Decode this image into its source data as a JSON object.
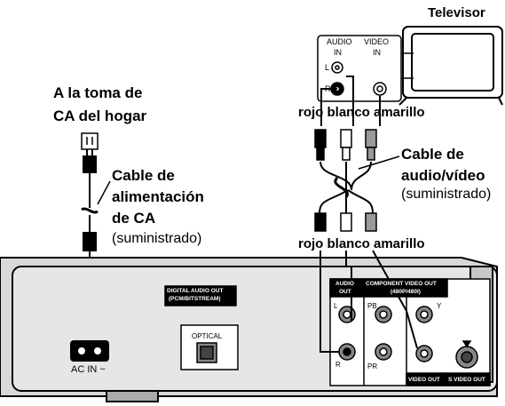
{
  "tv": {
    "title": "Televisor",
    "audio_in": "AUDIO",
    "audio_in2": "IN",
    "video_in": "VIDEO",
    "video_in2": "IN",
    "l": "L",
    "r": "R"
  },
  "outlet": {
    "line1": "A la toma de",
    "line2": "CA del hogar"
  },
  "power_cable": {
    "line1": "Cable de",
    "line2": "alimentación",
    "line3": "de CA",
    "supplied": "(suministrado)"
  },
  "av_cable": {
    "line1": "Cable de",
    "line2": "audio/vídeo",
    "supplied": "(suministrado)"
  },
  "colors": {
    "top": "rojo blanco amarillo",
    "bottom": "rojo blanco amarillo"
  },
  "panel": {
    "ac_in": "AC  IN ~",
    "digital_out_1": "DIGITAL AUDIO OUT",
    "digital_out_2": "(PCM/BITSTREAM)",
    "optical": "OPTICAL",
    "audio_out_1": "AUDIO",
    "audio_out_2": "OUT",
    "component_1": "COMPONENT VIDEO OUT",
    "component_2": "(480P/480I)",
    "l": "L",
    "r": "R",
    "y": "Y",
    "pb": "PB",
    "pr": "PR",
    "video_out": "VIDEO OUT",
    "s_video_out": "S VIDEO OUT"
  }
}
